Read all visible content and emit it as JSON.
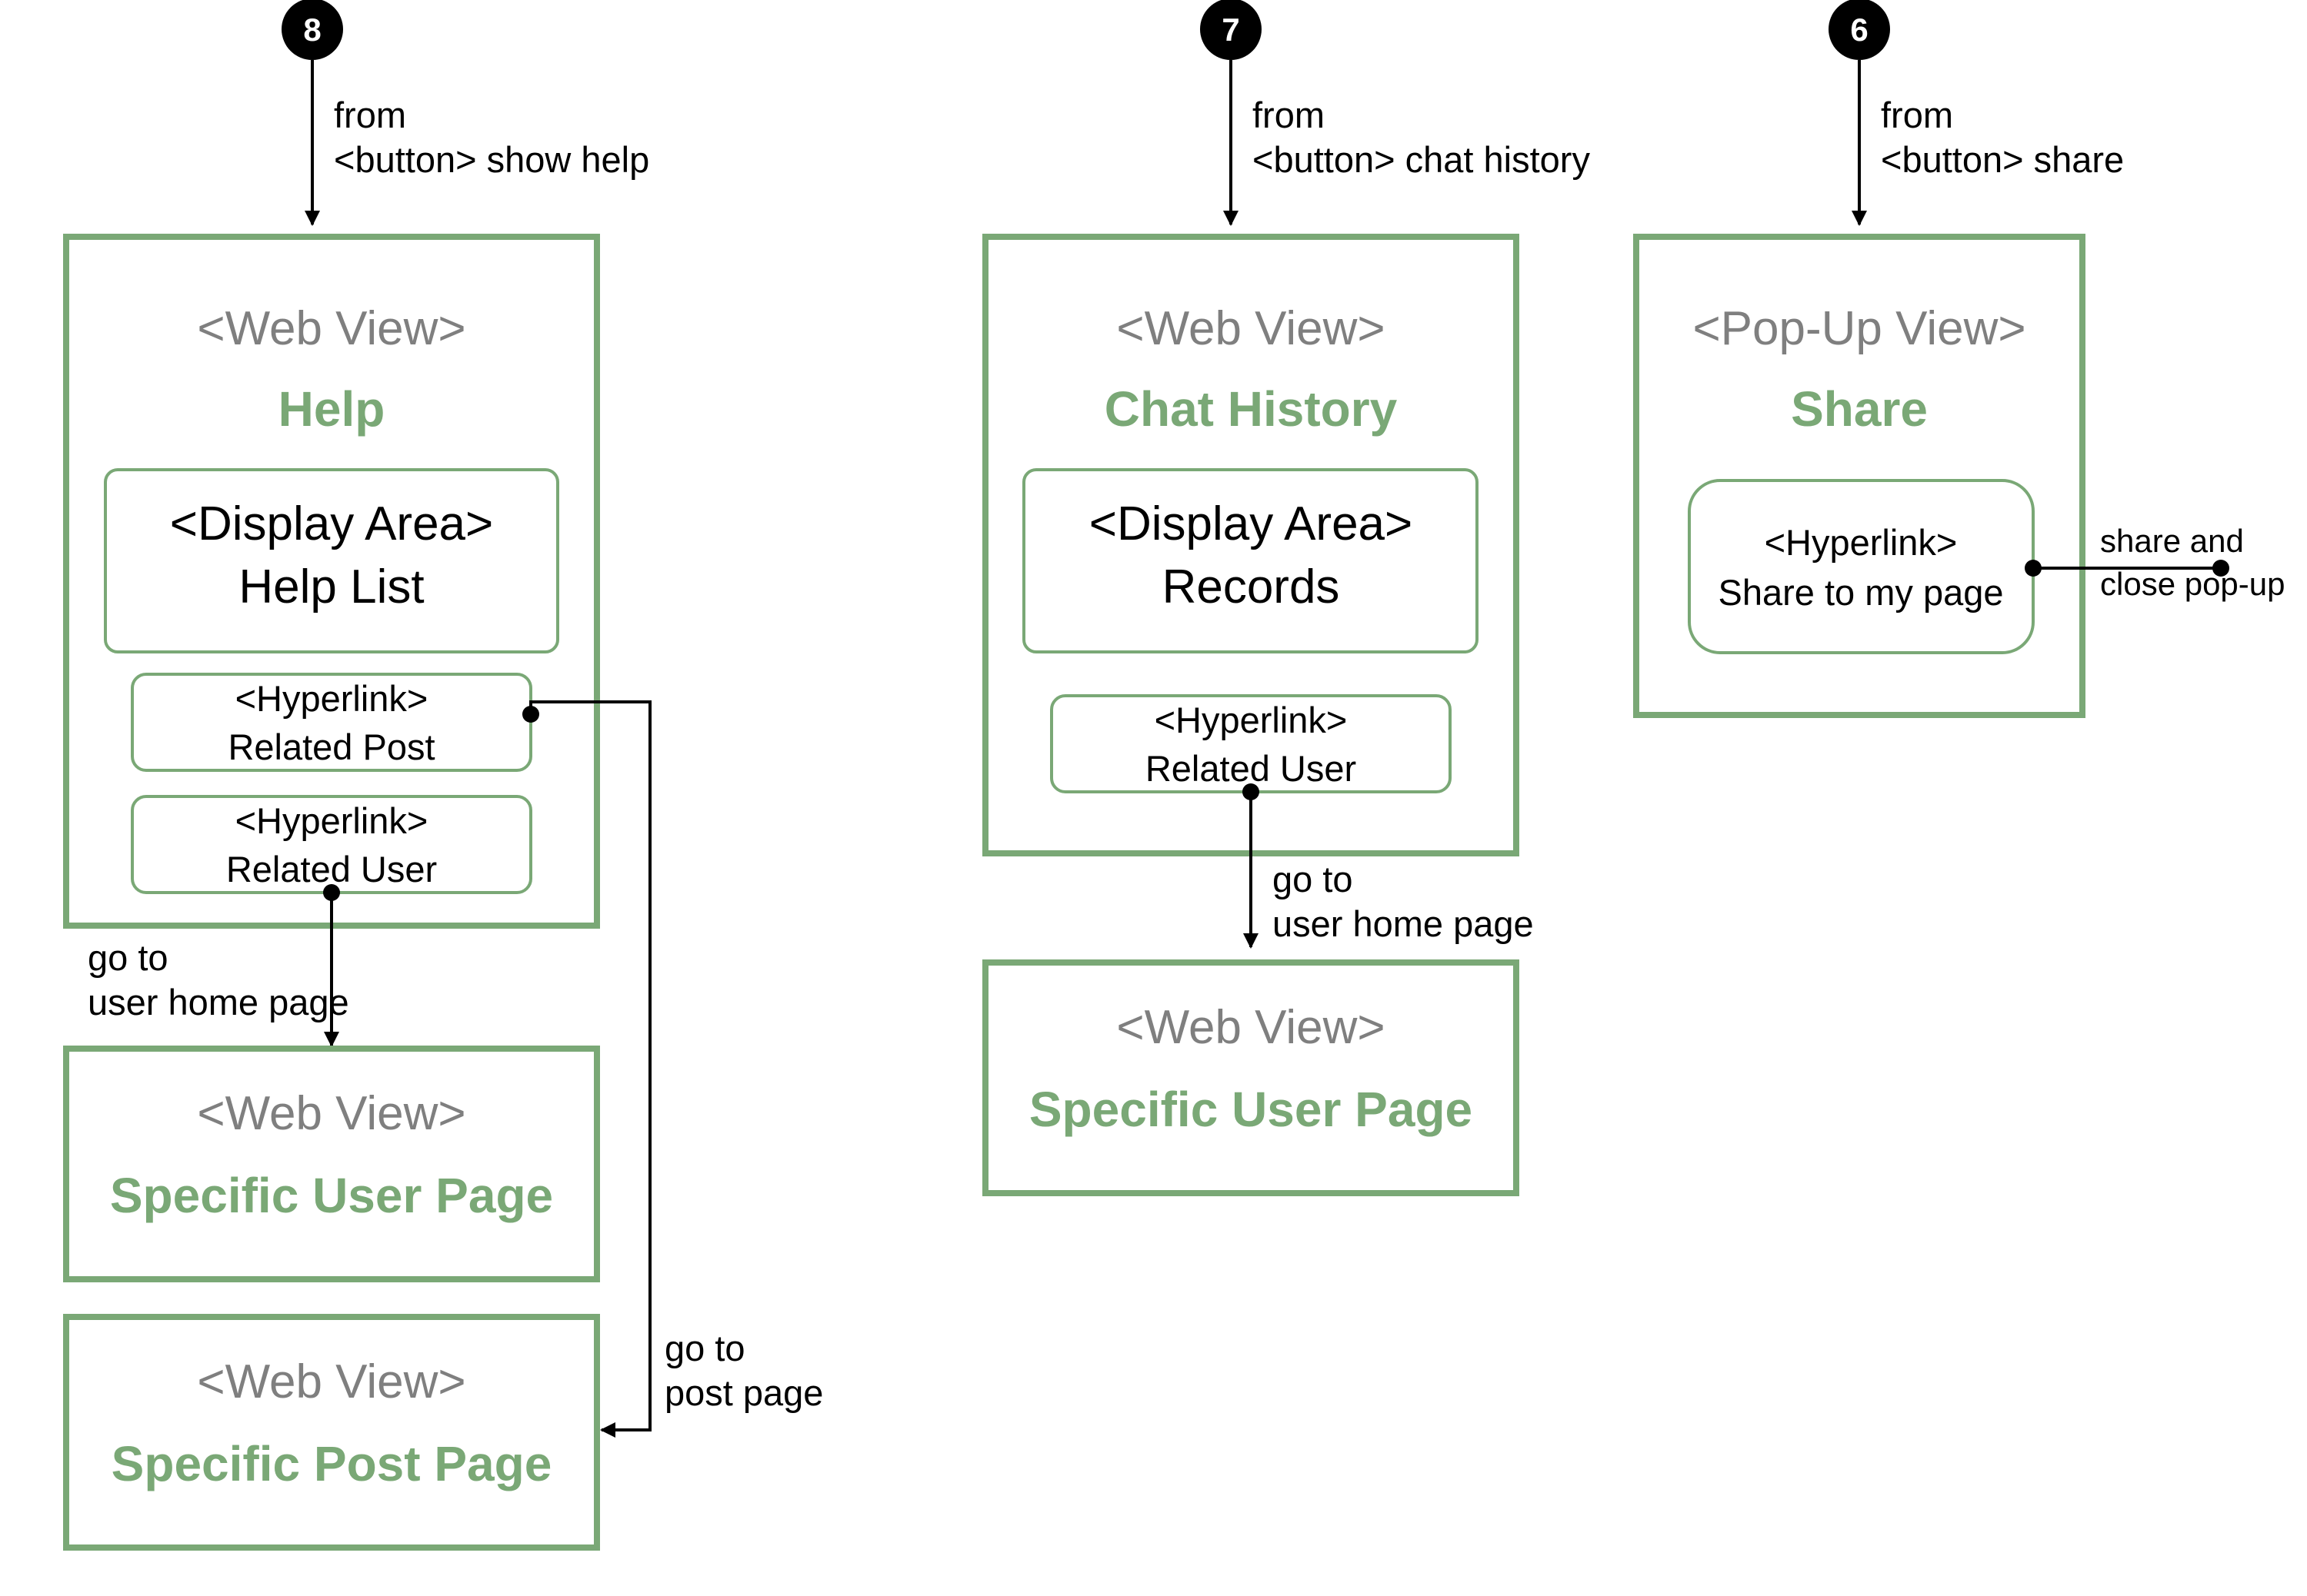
{
  "colors": {
    "accent": "#7aa876",
    "type_label": "#7f7f7f",
    "line": "#000000"
  },
  "badges": {
    "b8": "8",
    "b7": "7",
    "b6": "6"
  },
  "entry_notes": {
    "help": {
      "line1": "from",
      "line2": "<button> show help"
    },
    "chat": {
      "line1": "from",
      "line2": "<button> chat history"
    },
    "share": {
      "line1": "from",
      "line2": "<button> share"
    }
  },
  "views": {
    "help": {
      "type": "<Web View>",
      "title": "Help",
      "display_area": {
        "type": "<Display Area>",
        "label": "Help List"
      },
      "related_post": {
        "type": "<Hyperlink>",
        "label": "Related Post"
      },
      "related_user": {
        "type": "<Hyperlink>",
        "label": "Related User"
      }
    },
    "help_user_page": {
      "type": "<Web View>",
      "title": "Specific User Page"
    },
    "help_post_page": {
      "type": "<Web View>",
      "title": "Specific Post Page"
    },
    "chat": {
      "type": "<Web View>",
      "title": "Chat History",
      "display_area": {
        "type": "<Display Area>",
        "label": "Records"
      },
      "related_user": {
        "type": "<Hyperlink>",
        "label": "Related User"
      }
    },
    "chat_user_page": {
      "type": "<Web View>",
      "title": "Specific User Page"
    },
    "share": {
      "type": "<Pop-Up View>",
      "title": "Share",
      "link": {
        "type": "<Hyperlink>",
        "label": "Share to my page"
      }
    }
  },
  "transitions": {
    "help_user": {
      "line1": "go to",
      "line2": "user home page"
    },
    "help_post": {
      "line1": "go to",
      "line2": "post page"
    },
    "chat_user": {
      "line1": "go to",
      "line2": "user home page"
    },
    "share_close": {
      "line1": "share and",
      "line2": "close pop-up"
    }
  }
}
